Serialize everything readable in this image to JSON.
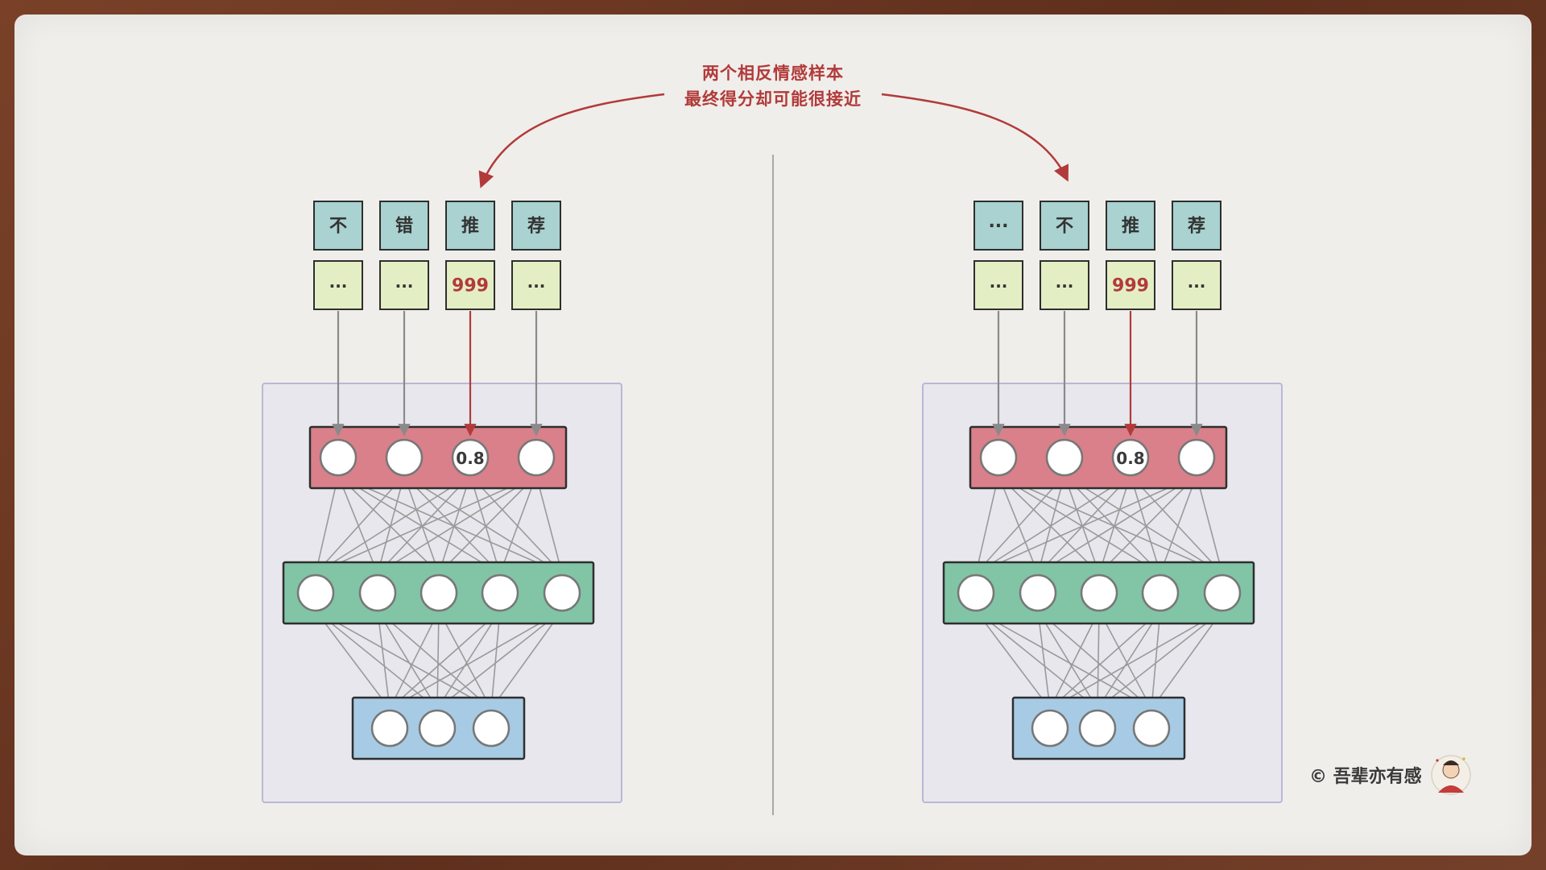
{
  "title": {
    "line1": "两个相反情感样本",
    "line2": "最终得分却可能很接近"
  },
  "panels": [
    {
      "id": "left",
      "tokens": [
        "不",
        "错",
        "推",
        "荐"
      ],
      "embeddings": [
        "···",
        "···",
        "999",
        "···"
      ],
      "highlight_index": 2,
      "input_node_value": "0.8"
    },
    {
      "id": "right",
      "tokens": [
        "···",
        "不",
        "推",
        "荐"
      ],
      "embeddings": [
        "···",
        "···",
        "999",
        "···"
      ],
      "highlight_index": 2,
      "input_node_value": "0.8"
    }
  ],
  "layers": {
    "input_nodes": 4,
    "hidden_nodes": 5,
    "output_nodes": 3
  },
  "credit": "© 吾辈亦有感",
  "colors": {
    "token_box": "#a9d2d0",
    "embedding_box": "#e4eec4",
    "input_layer": "#d9808a",
    "hidden_layer": "#82c4a6",
    "output_layer": "#a7cbe4",
    "container": "#e8e7ee",
    "accent_red": "#b23a3a",
    "arrow_gray": "#8a8a8a"
  }
}
